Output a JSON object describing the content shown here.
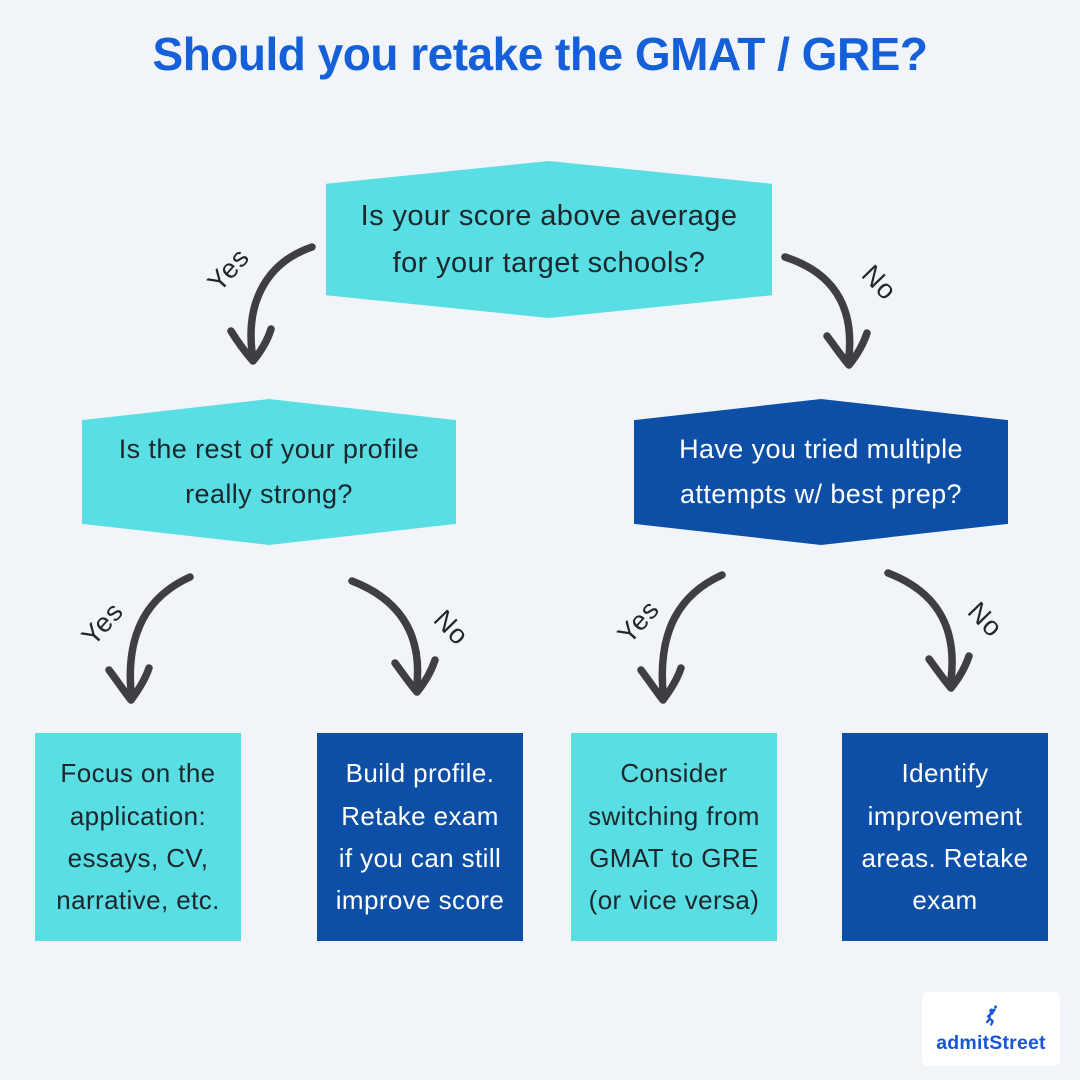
{
  "title": {
    "text": "Should you retake the GMAT / GRE?"
  },
  "colors": {
    "bg": "#F1F5FA",
    "teal": "#59DEE3",
    "blue": "#0D4FA6",
    "dark_text": "#1C262D",
    "white_text": "#FFFFFF",
    "arrow": "#3F3E44",
    "title_blue": "#1560D8",
    "logo_blue": "#1557D8"
  },
  "flow": {
    "nodes": {
      "root": {
        "text": "Is your score above average\nfor your target schools?",
        "variant": "teal"
      },
      "profile": {
        "text": "Is the rest of your profile\nreally strong?",
        "variant": "teal"
      },
      "attempts": {
        "text": "Have you tried multiple\nattempts w/ best prep?",
        "variant": "blue"
      },
      "leaf_focus_application": {
        "text": "Focus on the\napplication:\nessays, CV,\nnarrative, etc.",
        "variant": "teal"
      },
      "leaf_build_profile": {
        "text": "Build profile.\nRetake exam\nif you can still\nimprove score",
        "variant": "blue"
      },
      "leaf_switch_test": {
        "text": "Consider\nswitching from\nGMAT to GRE\n(or vice versa)",
        "variant": "teal"
      },
      "leaf_identify_improvements": {
        "text": "Identify\nimprovement\nareas. Retake\nexam",
        "variant": "blue"
      }
    },
    "edges": [
      {
        "label": "Yes"
      },
      {
        "label": "No"
      },
      {
        "label": "Yes"
      },
      {
        "label": "No"
      },
      {
        "label": "Yes"
      },
      {
        "label": "No"
      }
    ]
  },
  "logo": {
    "text": "admitStreet"
  }
}
